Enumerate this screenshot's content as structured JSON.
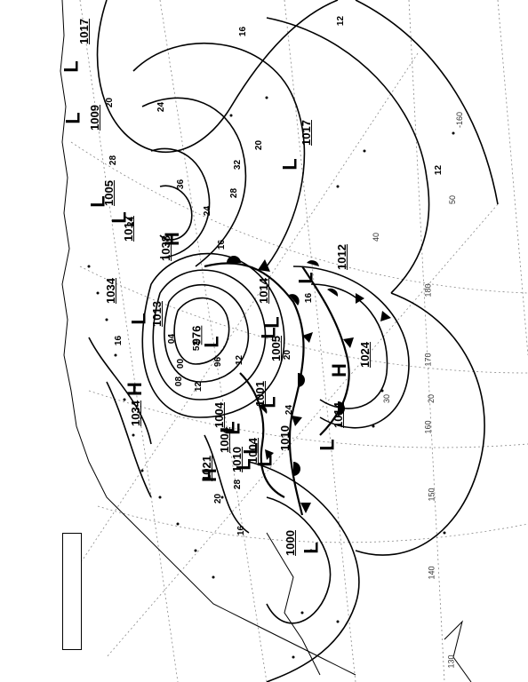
{
  "pressure_centers": [
    {
      "type": "L",
      "value": "1017"
    },
    {
      "type": "L",
      "value": "1009"
    },
    {
      "type": "L",
      "value": "1005"
    },
    {
      "type": "L",
      "value": "1017"
    },
    {
      "type": "H",
      "value": "1038"
    },
    {
      "type": "H",
      "value": "1034"
    },
    {
      "type": "L",
      "value": "1013"
    },
    {
      "type": "L",
      "value": "976"
    },
    {
      "type": "H",
      "value": "1034"
    },
    {
      "type": "L",
      "value": "1004"
    },
    {
      "type": "L",
      "value": "1005"
    },
    {
      "type": "L",
      "value": "1014"
    },
    {
      "type": "L",
      "value": "1001"
    },
    {
      "type": "L",
      "value": "1004"
    },
    {
      "type": "L",
      "value": "1004"
    },
    {
      "type": "L",
      "value": "1010"
    },
    {
      "type": "L",
      "value": "1010"
    },
    {
      "type": "H",
      "value": "1021"
    },
    {
      "type": "H",
      "value": "1024"
    },
    {
      "type": "L",
      "value": "1014"
    },
    {
      "type": "L",
      "value": "1012"
    },
    {
      "type": "L",
      "value": "1017"
    },
    {
      "type": "L",
      "value": "1000"
    }
  ],
  "isobar_labels": [
    "12",
    "16",
    "20",
    "24",
    "28",
    "32",
    "36",
    "20",
    "24",
    "28",
    "16",
    "12",
    "08",
    "04",
    "00",
    "96",
    "52",
    "12",
    "16",
    "20",
    "24",
    "28",
    "16",
    "20",
    "12",
    "16",
    "24"
  ],
  "grid_labels": [
    "180",
    "170",
    "160",
    "150",
    "140",
    "130",
    "-160",
    "20",
    "30",
    "40",
    "50"
  ],
  "colors": {
    "ink": "#000000",
    "grid": "#888888",
    "paper": "#ffffff"
  }
}
